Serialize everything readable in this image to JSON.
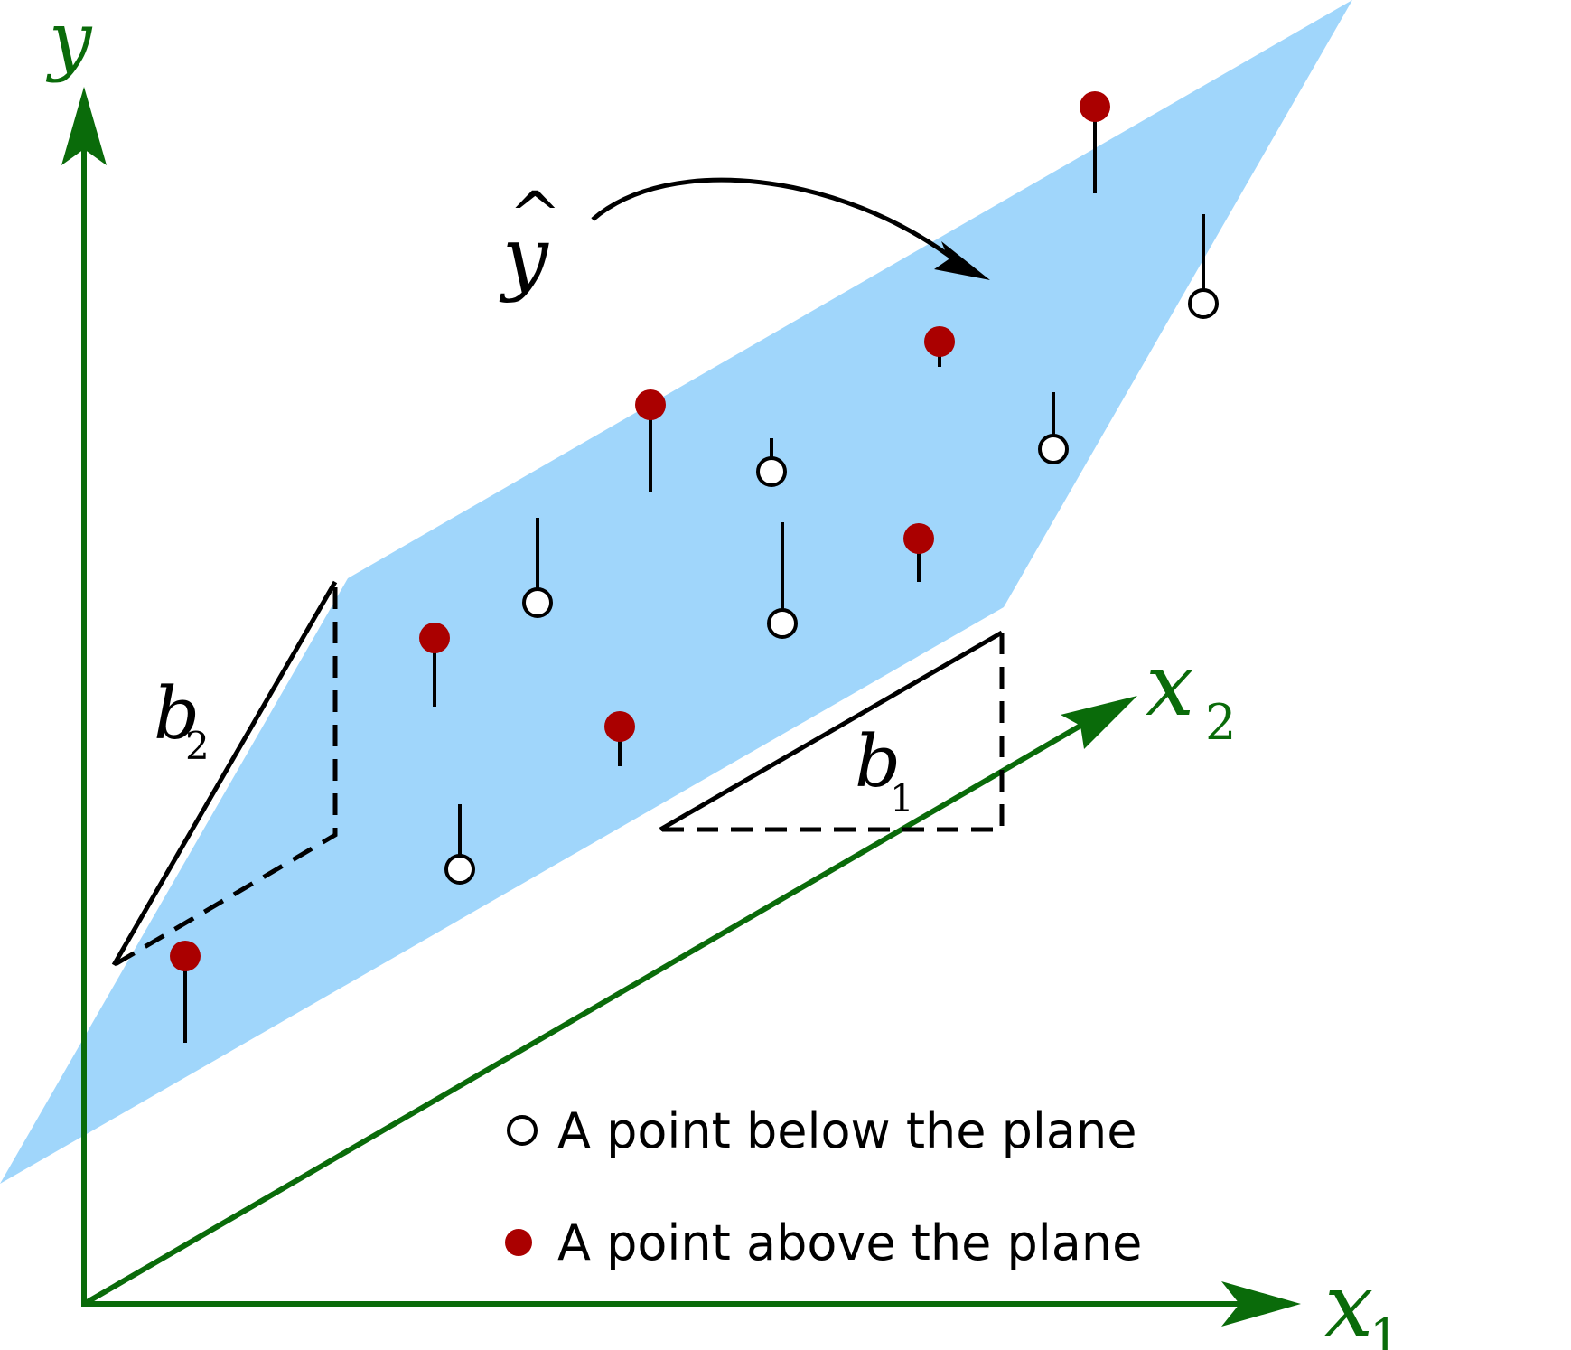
{
  "colors": {
    "plane": "#a0d6fb",
    "axis": "#0a6b0a",
    "point_above": "#aa0000",
    "point_below": "#ffffff",
    "stroke": "#000000"
  },
  "axes": {
    "y_label": "y",
    "x1_label": "x",
    "x1_sub": "1",
    "x2_label": "x",
    "x2_sub": "2"
  },
  "labels": {
    "yhat": "y",
    "yhat_accent": "^",
    "b1": "b",
    "b1_sub": "1",
    "b2": "b",
    "b2_sub": "2"
  },
  "legend": {
    "below": "A point below the plane",
    "above": "A point above the plane"
  },
  "points": [
    {
      "type": "above"
    },
    {
      "type": "above"
    },
    {
      "type": "below"
    },
    {
      "type": "above"
    },
    {
      "type": "above"
    },
    {
      "type": "below"
    },
    {
      "type": "above"
    },
    {
      "type": "below"
    },
    {
      "type": "below"
    },
    {
      "type": "above"
    },
    {
      "type": "above"
    },
    {
      "type": "below"
    },
    {
      "type": "below"
    }
  ]
}
